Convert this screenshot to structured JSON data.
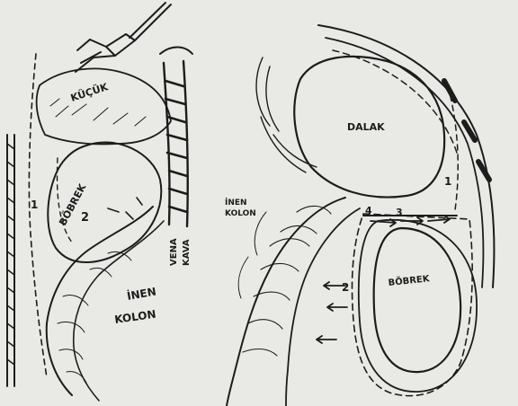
{
  "left_sketch": {
    "labels": {
      "kucuk": "KÜÇÜK",
      "bobrek": "BÖBREK",
      "vena_kava": [
        "VENA",
        "KAVA"
      ],
      "inen_kolon": [
        "İNEN",
        "KOLON"
      ],
      "num_1": "1",
      "num_2": "2"
    }
  },
  "right_sketch": {
    "labels": {
      "dalak": "DALAK",
      "inen_kolon": [
        "İNEN",
        "KOLON"
      ],
      "bobrek": "BÖBREK",
      "num_1": "1",
      "num_2": "2",
      "num_3": "3",
      "num_4": "4"
    }
  },
  "colors": {
    "paper": "#e9e9e6",
    "ink": "#1c1c1c"
  }
}
